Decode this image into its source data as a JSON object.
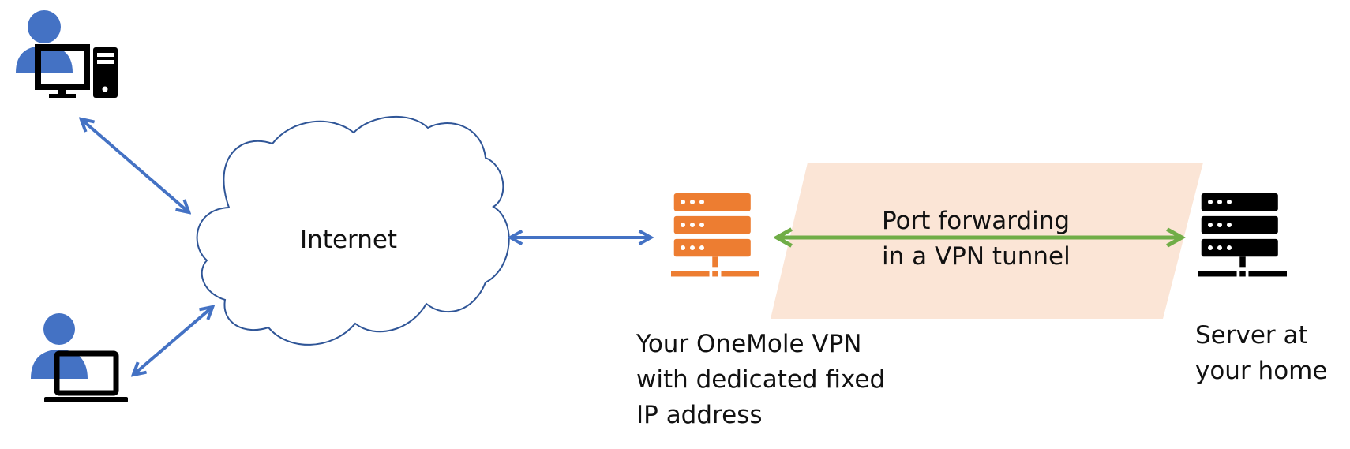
{
  "labels": {
    "cloud": "Internet",
    "tunnel_line1": "Port forwarding",
    "tunnel_line2": "in a VPN tunnel",
    "vpn_line1": "Your OneMole VPN",
    "vpn_line2": "with dedicated fixed",
    "vpn_line3": "IP address",
    "home_line1": "Server at",
    "home_line2": "your home"
  },
  "icons": {
    "desktop_user": "desktop-user-icon",
    "laptop_user": "laptop-user-icon",
    "vpn_server": "server-icon",
    "home_server": "server-icon",
    "cloud": "cloud-icon"
  },
  "colors": {
    "user_blue": "#4472c4",
    "arrow_blue": "#4472c4",
    "tunnel_green": "#70ad47",
    "vpn_server_orange": "#ed7d31",
    "home_server_black": "#000000",
    "tunnel_fill": "#fbe5d6",
    "cloud_stroke": "#2f5597"
  }
}
